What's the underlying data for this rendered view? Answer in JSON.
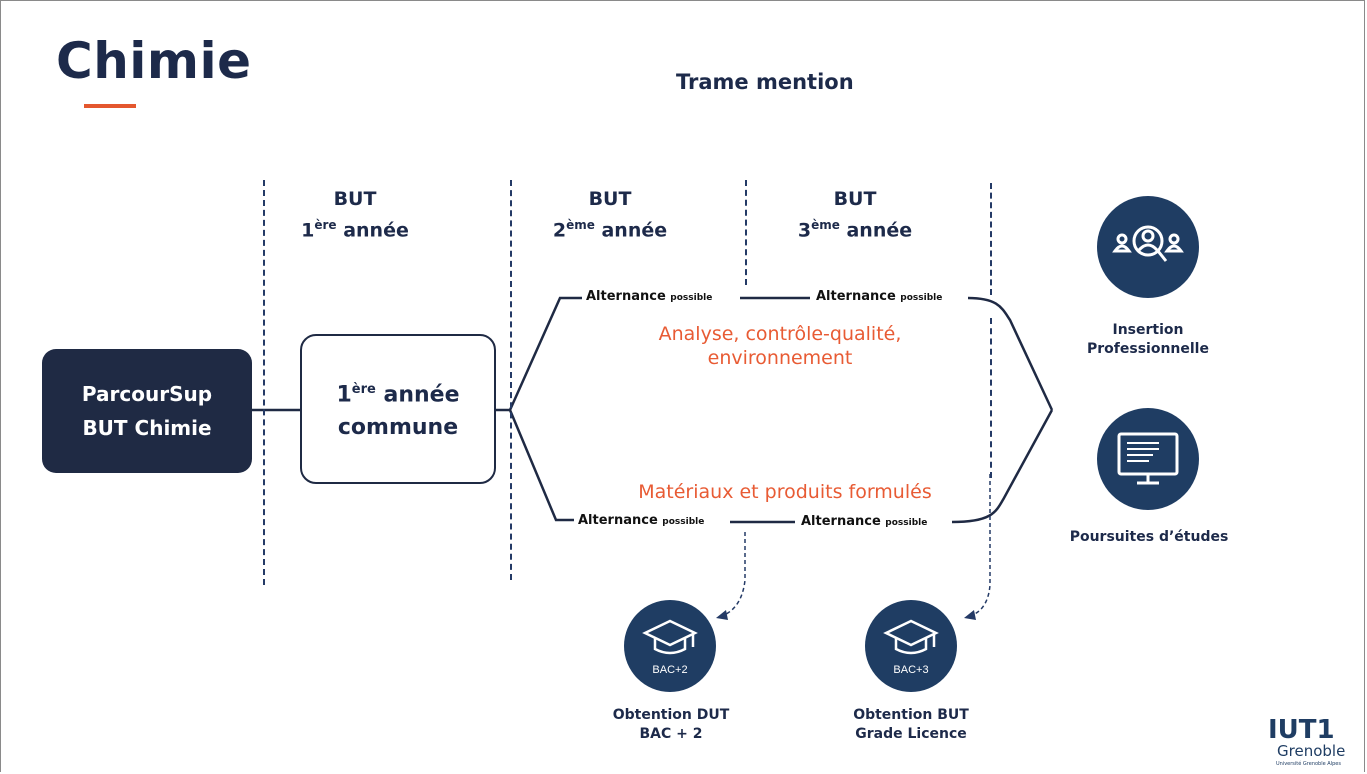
{
  "header": {
    "title": "Chimie",
    "subtitle": "Trame mention"
  },
  "years": [
    {
      "line1": "BUT",
      "num": "1",
      "sup": "ère",
      "word": " année"
    },
    {
      "line1": "BUT",
      "num": "2",
      "sup": "ème",
      "word": " année"
    },
    {
      "line1": "BUT",
      "num": "3",
      "sup": "ème",
      "word": " année"
    }
  ],
  "start": {
    "line1": "ParcourSup",
    "line2": "BUT Chimie"
  },
  "common_year": {
    "num": "1",
    "sup": "ère",
    "word": " année",
    "line2": "commune"
  },
  "alternance": {
    "main": "Alternance",
    "small": "possible"
  },
  "tracks": {
    "upper": {
      "line1": "Analyse, contrôle-qualité,",
      "line2": "environnement"
    },
    "lower": {
      "line1": "Matériaux et produits formulés"
    }
  },
  "outcomes": {
    "insertion": {
      "line1": "Insertion",
      "line2": "Professionnelle",
      "icon": "people-search-icon"
    },
    "poursuites": {
      "label": "Poursuites d’études",
      "icon": "monitor-icon"
    }
  },
  "diplomas": {
    "dut": {
      "badge": "BAC+2",
      "line1": "Obtention DUT",
      "line2": "BAC + 2",
      "icon": "graduation-cap-icon"
    },
    "but": {
      "badge": "BAC+3",
      "line1": "Obtention BUT",
      "line2": "Grade Licence",
      "icon": "graduation-cap-icon"
    }
  },
  "logo": {
    "main": "IUT1",
    "city": "Grenoble",
    "univ": "Université Grenoble Alpes"
  },
  "colors": {
    "navy": "#1f2a44",
    "accent": "#e85b34",
    "circle": "#1f3d63"
  }
}
